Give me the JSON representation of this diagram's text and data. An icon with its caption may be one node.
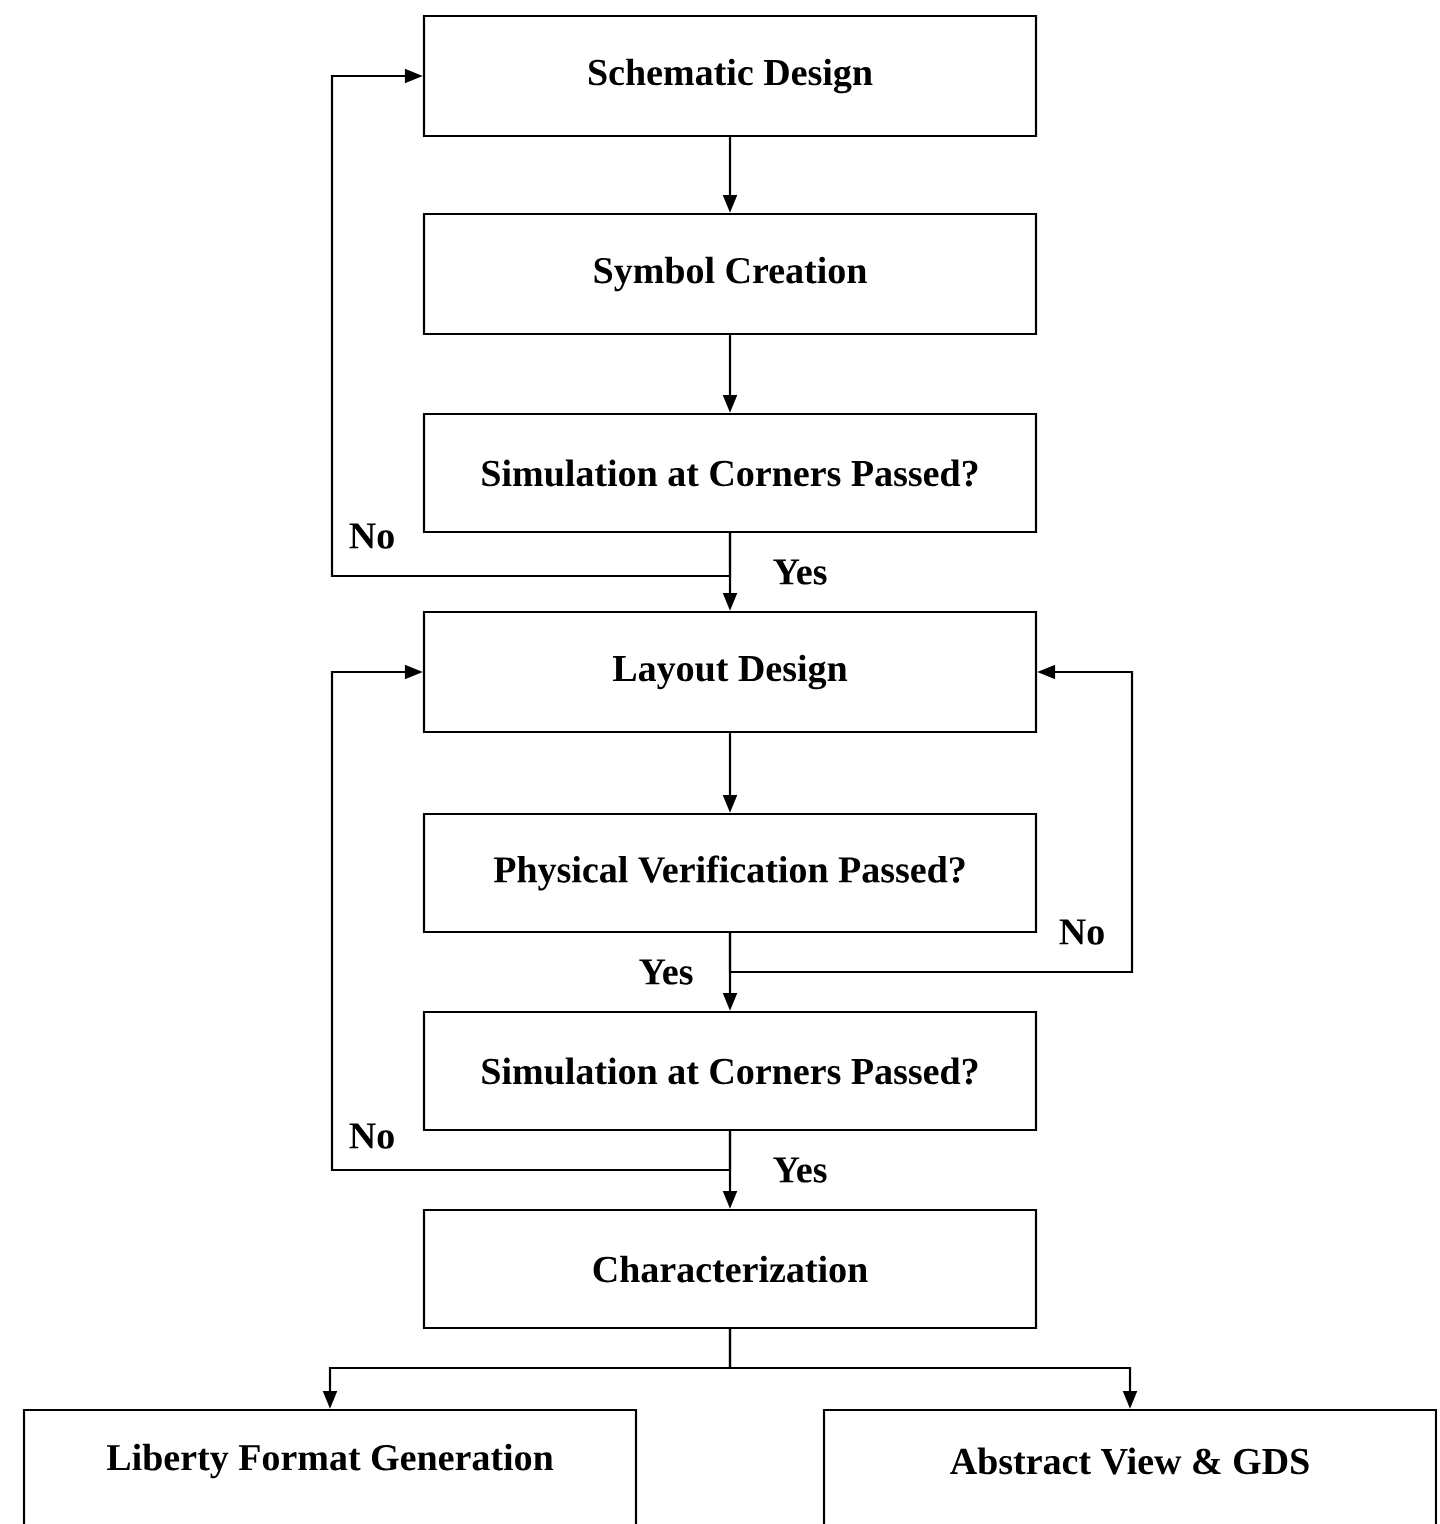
{
  "diagram": {
    "nodes": [
      {
        "text": [
          "Schematic Design"
        ]
      },
      {
        "text": [
          "Symbol Creation"
        ]
      },
      {
        "text": [
          "Simulation at Corners Passed?"
        ]
      },
      {
        "text": [
          "Layout Design"
        ]
      },
      {
        "text": [
          "Physical Verification Passed?"
        ]
      },
      {
        "text": [
          "Simulation at Corners Passed?"
        ]
      },
      {
        "text": [
          "Characterization"
        ]
      },
      {
        "text": [
          "Liberty Format Generation"
        ]
      },
      {
        "text": [
          "Abstract View & GDS"
        ]
      }
    ],
    "edges": [
      {
        "from": 0,
        "to": 1,
        "arrow": "to"
      },
      {
        "from": 1,
        "to": 2,
        "arrow": "to"
      },
      {
        "from": 2,
        "to": 3,
        "arrow": "to",
        "label": "Yes"
      },
      {
        "from": 2,
        "to": 0,
        "arrow": "to",
        "label": "No"
      },
      {
        "from": 3,
        "to": 4,
        "arrow": "to"
      },
      {
        "from": 4,
        "to": 5,
        "arrow": "to",
        "label": "Yes"
      },
      {
        "from": 4,
        "to": 3,
        "arrow": "to",
        "label": "No"
      },
      {
        "from": 5,
        "to": 6,
        "arrow": "to",
        "label": "Yes"
      },
      {
        "from": 5,
        "to": 3,
        "arrow": "to",
        "label": "No"
      },
      {
        "from": 6,
        "to": 7,
        "arrow": "to"
      },
      {
        "from": 6,
        "to": 8,
        "arrow": "to"
      }
    ]
  }
}
